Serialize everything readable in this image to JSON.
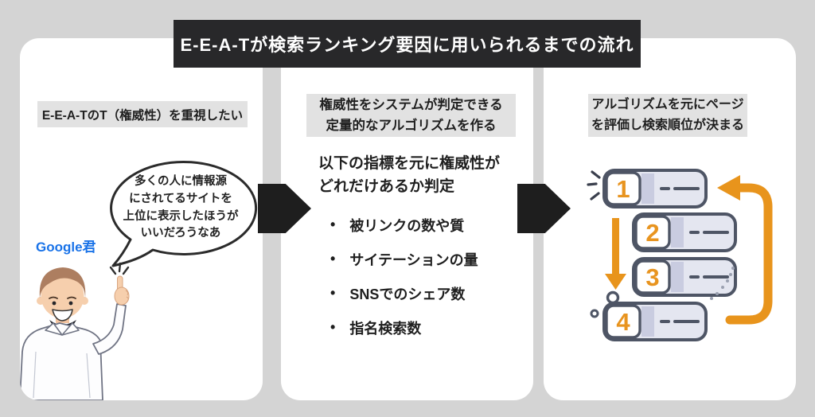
{
  "title": "E-E-A-Tが検索ランキング要因に用いられるまでの流れ",
  "colors": {
    "background": "#d4d4d4",
    "title_bar": "#28282a",
    "flow_arrow": "#1e1e1e",
    "chip_bg": "#e2e2e2",
    "google_blue": "#1a73e8",
    "accent_orange": "#e8941c",
    "pill_fill": "#e4e6f0",
    "pill_strip": "#c9cce0",
    "pill_outline": "#4e5565"
  },
  "left_panel": {
    "header": "E-E-A-TのT（権威性）を重視したい",
    "speech_bubble": "多くの人に情報源\nにされてるサイトを\n上位に表示したほうが\nいいだろうなあ",
    "character_label": "Google君",
    "icons": [
      "speech-bubble",
      "google-kun-character",
      "sparkle"
    ]
  },
  "middle_panel": {
    "header": "権威性をシステムが判定できる\n定量的なアルゴリズムを作る",
    "intro": "以下の指標を元に権威性が\nどれだけあるか判定",
    "bullets": [
      "被リンクの数や質",
      "サイテーションの量",
      "SNSでのシェア数",
      "指名検索数"
    ]
  },
  "right_panel": {
    "header": "アルゴリズムを元にページ\nを評価し検索順位が決まる",
    "ranks": [
      "1",
      "2",
      "3",
      "4"
    ],
    "icons": [
      "ranking-list",
      "down-arrow",
      "cycle-arrow"
    ]
  }
}
